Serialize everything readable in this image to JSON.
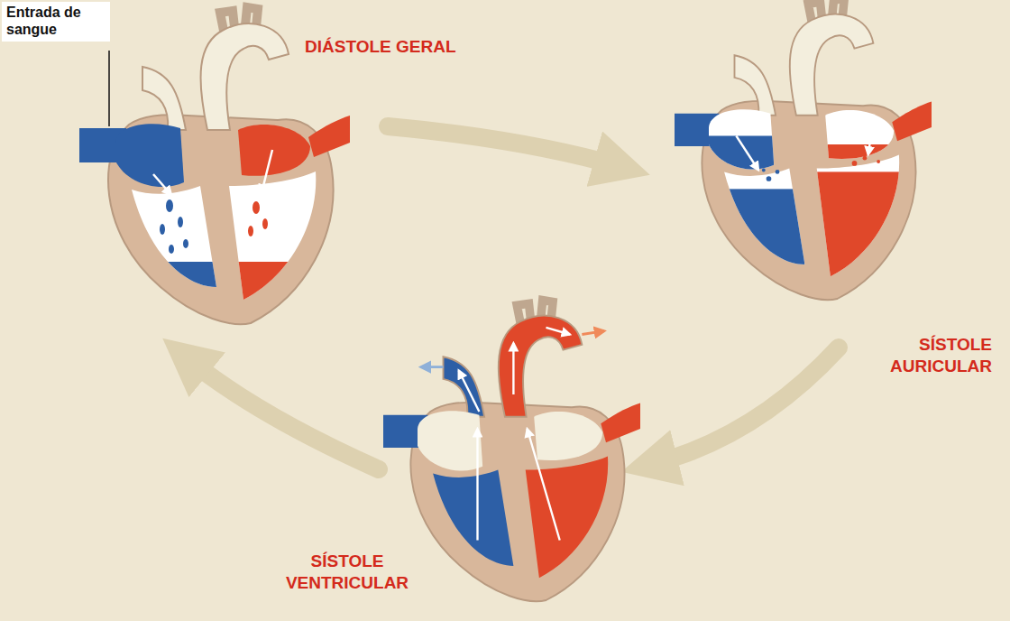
{
  "diagram": {
    "labels": [
      "Entrada de sangue",
      "DIÁSTOLE GERAL",
      "SÍSTOLE AURICULAR",
      "SÍSTOLE VENTRICULAR"
    ]
  }
}
